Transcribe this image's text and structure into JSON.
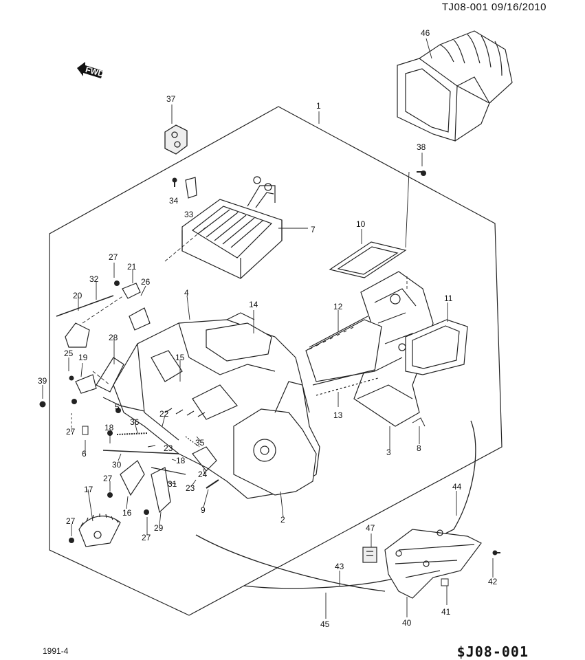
{
  "header": {
    "doc_id": "TJ08-001  09/16/2010"
  },
  "footer": {
    "date": "1991-4",
    "code": "$J08-001"
  },
  "fwd_label": "FWD",
  "callouts": {
    "c1": "1",
    "c2": "2",
    "c3": "3",
    "c4": "4",
    "c5": "5",
    "c6": "6",
    "c7": "7",
    "c8": "8",
    "c9": "9",
    "c10": "10",
    "c11": "11",
    "c12": "12",
    "c13": "13",
    "c14": "14",
    "c15": "15",
    "c16": "16",
    "c17": "17",
    "c18a": "18",
    "c18b": "18",
    "c19": "19",
    "c20": "20",
    "c21": "21",
    "c22": "22",
    "c23a": "23",
    "c23b": "23",
    "c24": "24",
    "c25": "25",
    "c26": "26",
    "c27a": "27",
    "c27b": "27",
    "c27c": "27",
    "c27d": "27",
    "c27e": "27",
    "c28": "28",
    "c29": "29",
    "c30": "30",
    "c31": "31",
    "c32": "32",
    "c33": "33",
    "c34": "34",
    "c35": "35",
    "c36": "36",
    "c37": "37",
    "c38": "38",
    "c39": "39",
    "c40": "40",
    "c41": "41",
    "c42": "42",
    "c43": "43",
    "c44": "44",
    "c45": "45",
    "c46": "46",
    "c47": "47"
  }
}
